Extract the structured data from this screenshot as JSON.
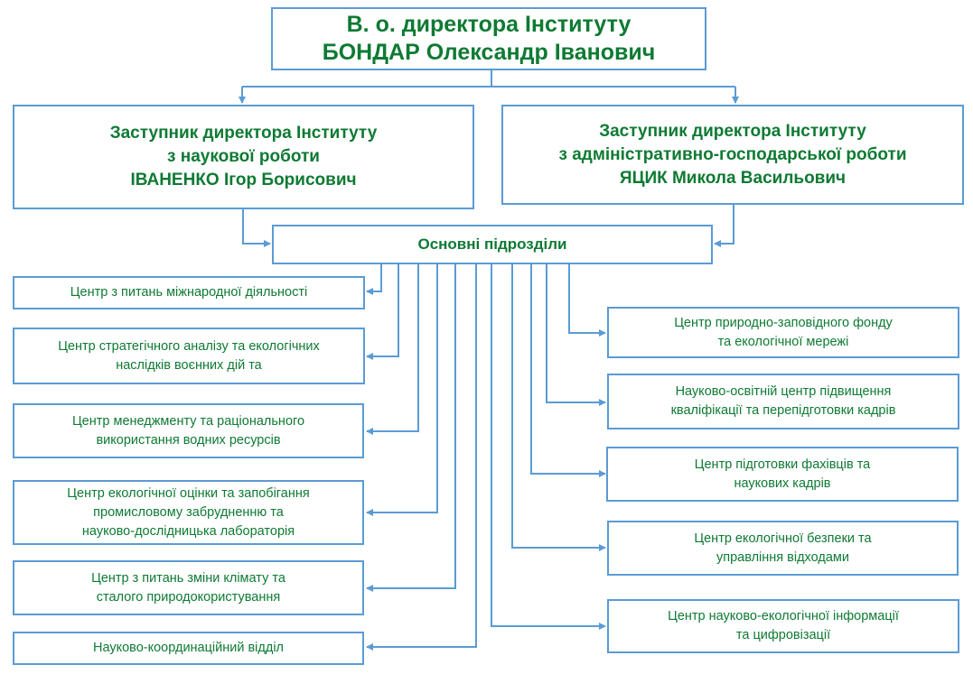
{
  "director": {
    "title": "В. о. директора Інституту",
    "name": "БОНДАР Олександр Іванович"
  },
  "deputies": [
    {
      "title": "Заступник директора Інституту",
      "area": "з наукової роботи",
      "name": "ІВАНЕНКО Ігор Борисович"
    },
    {
      "title": "Заступник директора Інституту",
      "area": "з адміністративно-господарської роботи",
      "name": "ЯЦИК Микола Васильович"
    }
  ],
  "main_units": {
    "label": "Основні підрозділи"
  },
  "left_units": [
    {
      "lines": [
        "Центр з питань міжнародної діяльності"
      ]
    },
    {
      "lines": [
        "Центр стратегічного аналізу та екологічних",
        "наслідків воєнних дій та"
      ]
    },
    {
      "lines": [
        "Центр менеджменту та раціонального",
        "використання водних ресурсів"
      ]
    },
    {
      "lines": [
        "Центр екологічної оцінки та запобігання",
        "промисловому забрудненню та",
        "науково-дослідницька лабораторія"
      ]
    },
    {
      "lines": [
        "Центр з питань зміни клімату та",
        "сталого природокористування"
      ]
    },
    {
      "lines": [
        "Науково-координаційний відділ"
      ]
    }
  ],
  "right_units": [
    {
      "lines": [
        "Центр природно-заповідного фонду",
        "та екологічної мережі"
      ]
    },
    {
      "lines": [
        "Науково-освітній центр підвищення",
        "кваліфікації та перепідготовки кадрів"
      ]
    },
    {
      "lines": [
        "Центр підготовки фахівців та",
        "наукових кадрів"
      ]
    },
    {
      "lines": [
        "Центр екологічної безпеки та",
        "управління відходами"
      ]
    },
    {
      "lines": [
        "Центр науково-екологічної інформації",
        "та цифровізації"
      ]
    }
  ],
  "colors": {
    "text": "#0e7a33",
    "border": "#5b9bd5",
    "connector": "#5b9bd5"
  }
}
